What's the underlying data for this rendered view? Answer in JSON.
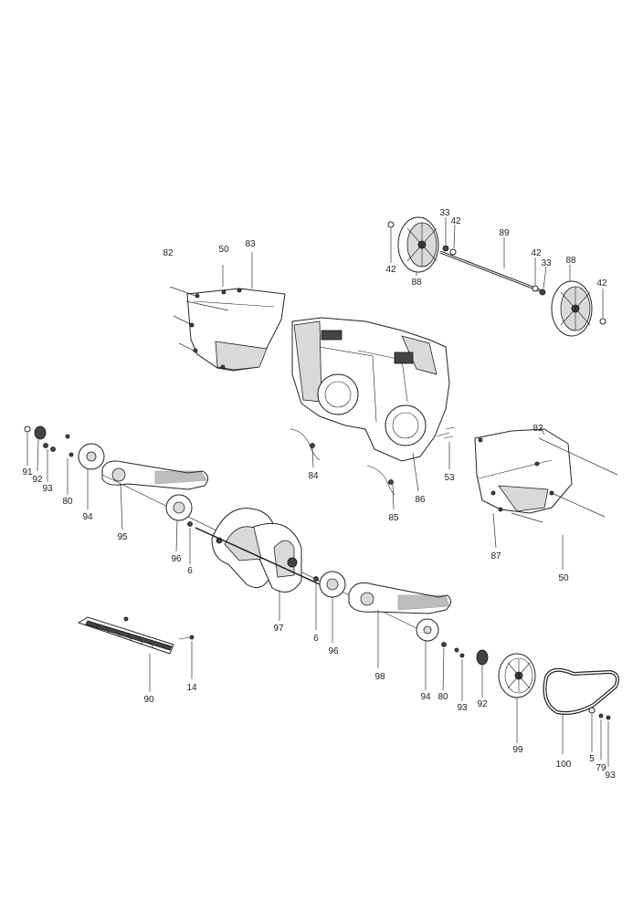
{
  "diagram": {
    "labels": {
      "l91": "91",
      "l92a": "92",
      "l93a": "93",
      "l80a": "80",
      "l94a": "94",
      "l95": "95",
      "l96a": "96",
      "l6a": "6",
      "l97": "97",
      "l6b": "6",
      "l96b": "96",
      "l98": "98",
      "l94b": "94",
      "l80b": "80",
      "l93b": "93",
      "l92b": "92",
      "l99": "99",
      "l100": "100",
      "l5": "5",
      "l79": "79",
      "l93c": "93",
      "l90": "90",
      "l14": "14",
      "l84": "84",
      "l85": "85",
      "l86": "86",
      "l53": "53",
      "l82a": "82",
      "l50a": "50",
      "l83": "83",
      "l82b": "82",
      "l87": "87",
      "l50b": "50",
      "l42a": "42",
      "l88a": "88",
      "l33a": "33",
      "l42b": "42",
      "l89": "89",
      "l42c": "42",
      "l33b": "33",
      "l88b": "88",
      "l42d": "42"
    }
  }
}
